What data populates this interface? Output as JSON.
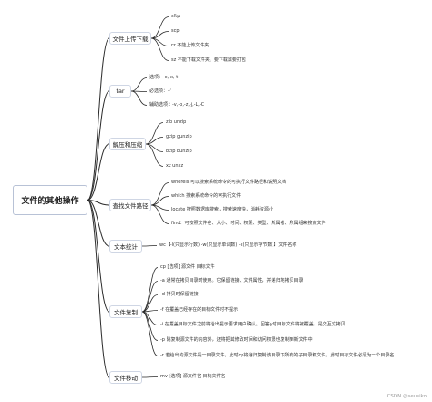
{
  "root": "文件的其他操作",
  "watermark": "CSDN @seusiko",
  "colors": {
    "line": "#2a2a2a",
    "border": "#cfd6e4"
  },
  "branches": [
    {
      "label": "文件上传下载",
      "items": [
        "sftp",
        "scp",
        "rz 不能上传文件夹",
        "sz 不能下载文件夹，要下载需要打包"
      ]
    },
    {
      "label": "tar",
      "items": [
        "选项：-c,-x,-t",
        "必选项：-f",
        "辅助选项：-v,-p,-z,-j,-L,-C"
      ]
    },
    {
      "label": "解压和压缩",
      "items": [
        "zip unzip",
        "gzip gunzip",
        "bzip bunzip",
        "xz unxz"
      ]
    },
    {
      "label": "查找文件路径",
      "items": [
        "whereis 可以搜索系统命令的可执行文件路径和说明文档",
        "which 搜索系统命令的可执行文件",
        "locate 按照数据库搜索，搜索速度快，消耗资源小",
        "find：可按照文件名、大小、时间、权限、类型、所属者、所属组来搜索文件"
      ]
    },
    {
      "label": "文本统计",
      "items": [
        "wc【-l(只显示行数) -w(只显示单词数) -c(只显示字节数)】文件名称"
      ]
    },
    {
      "label": "文件复制",
      "items": [
        "cp [选项] 源文件 目标文件",
        "-a 通常在拷贝目录时使用。它保留链接、文件属性，并递归地拷贝目录",
        "-d 拷贝时保留链接",
        "-f 在覆盖已经存在的目标文件时不提示",
        "-i 在覆盖目标文件之前将给出提示要求用户确认。回答y时目标文件将被覆盖，是交互式拷贝",
        "-p 除复制源文件的内容外，还将把其修改时间和访问权限也复制到新文件中",
        "-r 若给出的源文件是一目录文件，此时cp将递归复制该目录下所有的子目录和文件。此时目标文件必须为一个目录名"
      ]
    },
    {
      "label": "文件移动",
      "items": [
        "mv [选项] 源文件名 目标文件名"
      ]
    }
  ]
}
